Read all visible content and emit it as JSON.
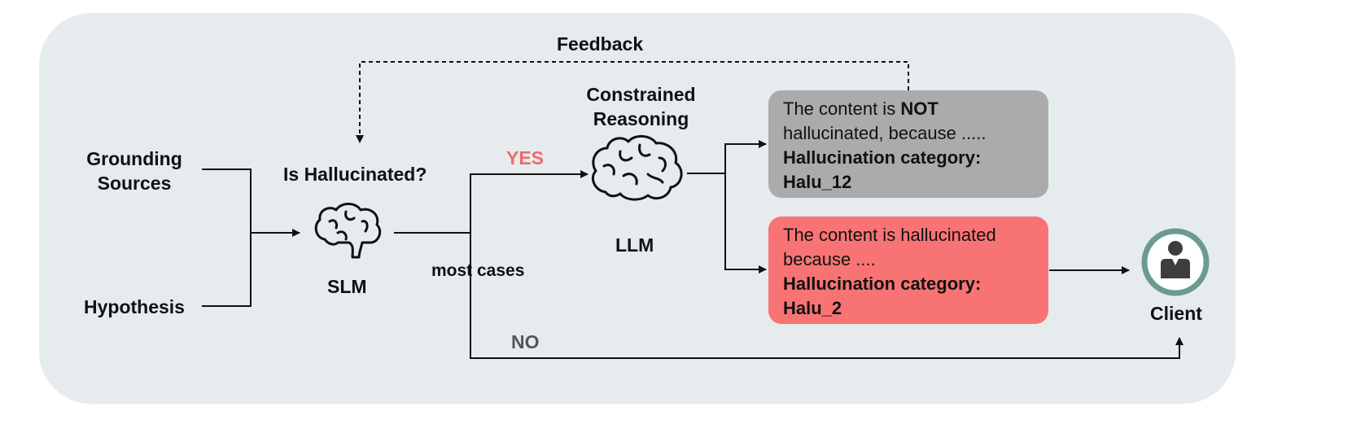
{
  "diagram": {
    "feedback_label": "Feedback",
    "inputs": {
      "grounding_sources": "Grounding\nSources",
      "hypothesis": "Hypothesis"
    },
    "slm": {
      "question": "Is Hallucinated?",
      "name": "SLM",
      "icon": "brain-icon"
    },
    "branch": {
      "yes_label": "YES",
      "no_label": "NO",
      "most_cases_label": "most cases",
      "yes_color": "#f06a6a",
      "no_color": "#555555"
    },
    "llm": {
      "title": "Constrained\nReasoning",
      "name": "LLM",
      "icon": "brain-icon"
    },
    "outputs": {
      "not_hallucinated": {
        "text_prefix": "The content is ",
        "text_bold": "NOT",
        "text_suffix": "hallucinated, because .....",
        "category_label": "Hallucination category:",
        "category_value": "Halu_12",
        "color": "#ababab"
      },
      "hallucinated": {
        "text_line1": "The content is hallucinated",
        "text_line2": "because ....",
        "category_label": "Hallucination category:",
        "category_value": "Halu_2",
        "color": "#f87474"
      }
    },
    "client": {
      "label": "Client",
      "icon": "user-icon"
    }
  }
}
